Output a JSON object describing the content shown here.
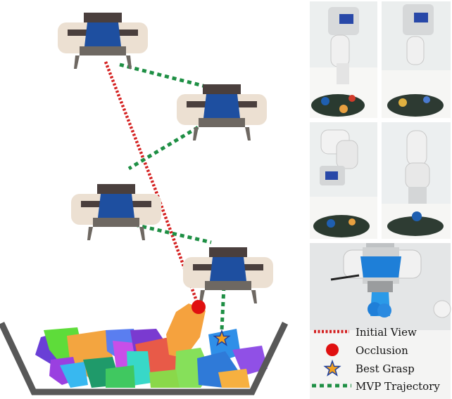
{
  "legend": {
    "initial_view": "Initial View",
    "occlusion": "Occlusion",
    "best_grasp": "Best Grasp",
    "mvp_trajectory": "MVP Trajectory"
  },
  "colors": {
    "initial_view": "#d42020",
    "occlusion": "#e01010",
    "best_grasp_fill": "#f2a020",
    "best_grasp_stroke": "#1f3f9a",
    "mvp_trajectory": "#1e8f44",
    "gripper_body": "#ece0d2",
    "gripper_dark": "#4a3f3d",
    "gripper_blue": "#1e4fa0",
    "gripper_finger": "#6e6862",
    "bin": "#585858"
  },
  "photos": [
    {
      "name": "photo-top-left",
      "caption": ""
    },
    {
      "name": "photo-top-right",
      "caption": ""
    },
    {
      "name": "photo-mid-left",
      "caption": ""
    },
    {
      "name": "photo-mid-right",
      "caption": ""
    },
    {
      "name": "photo-bottom-wide",
      "caption": ""
    }
  ]
}
